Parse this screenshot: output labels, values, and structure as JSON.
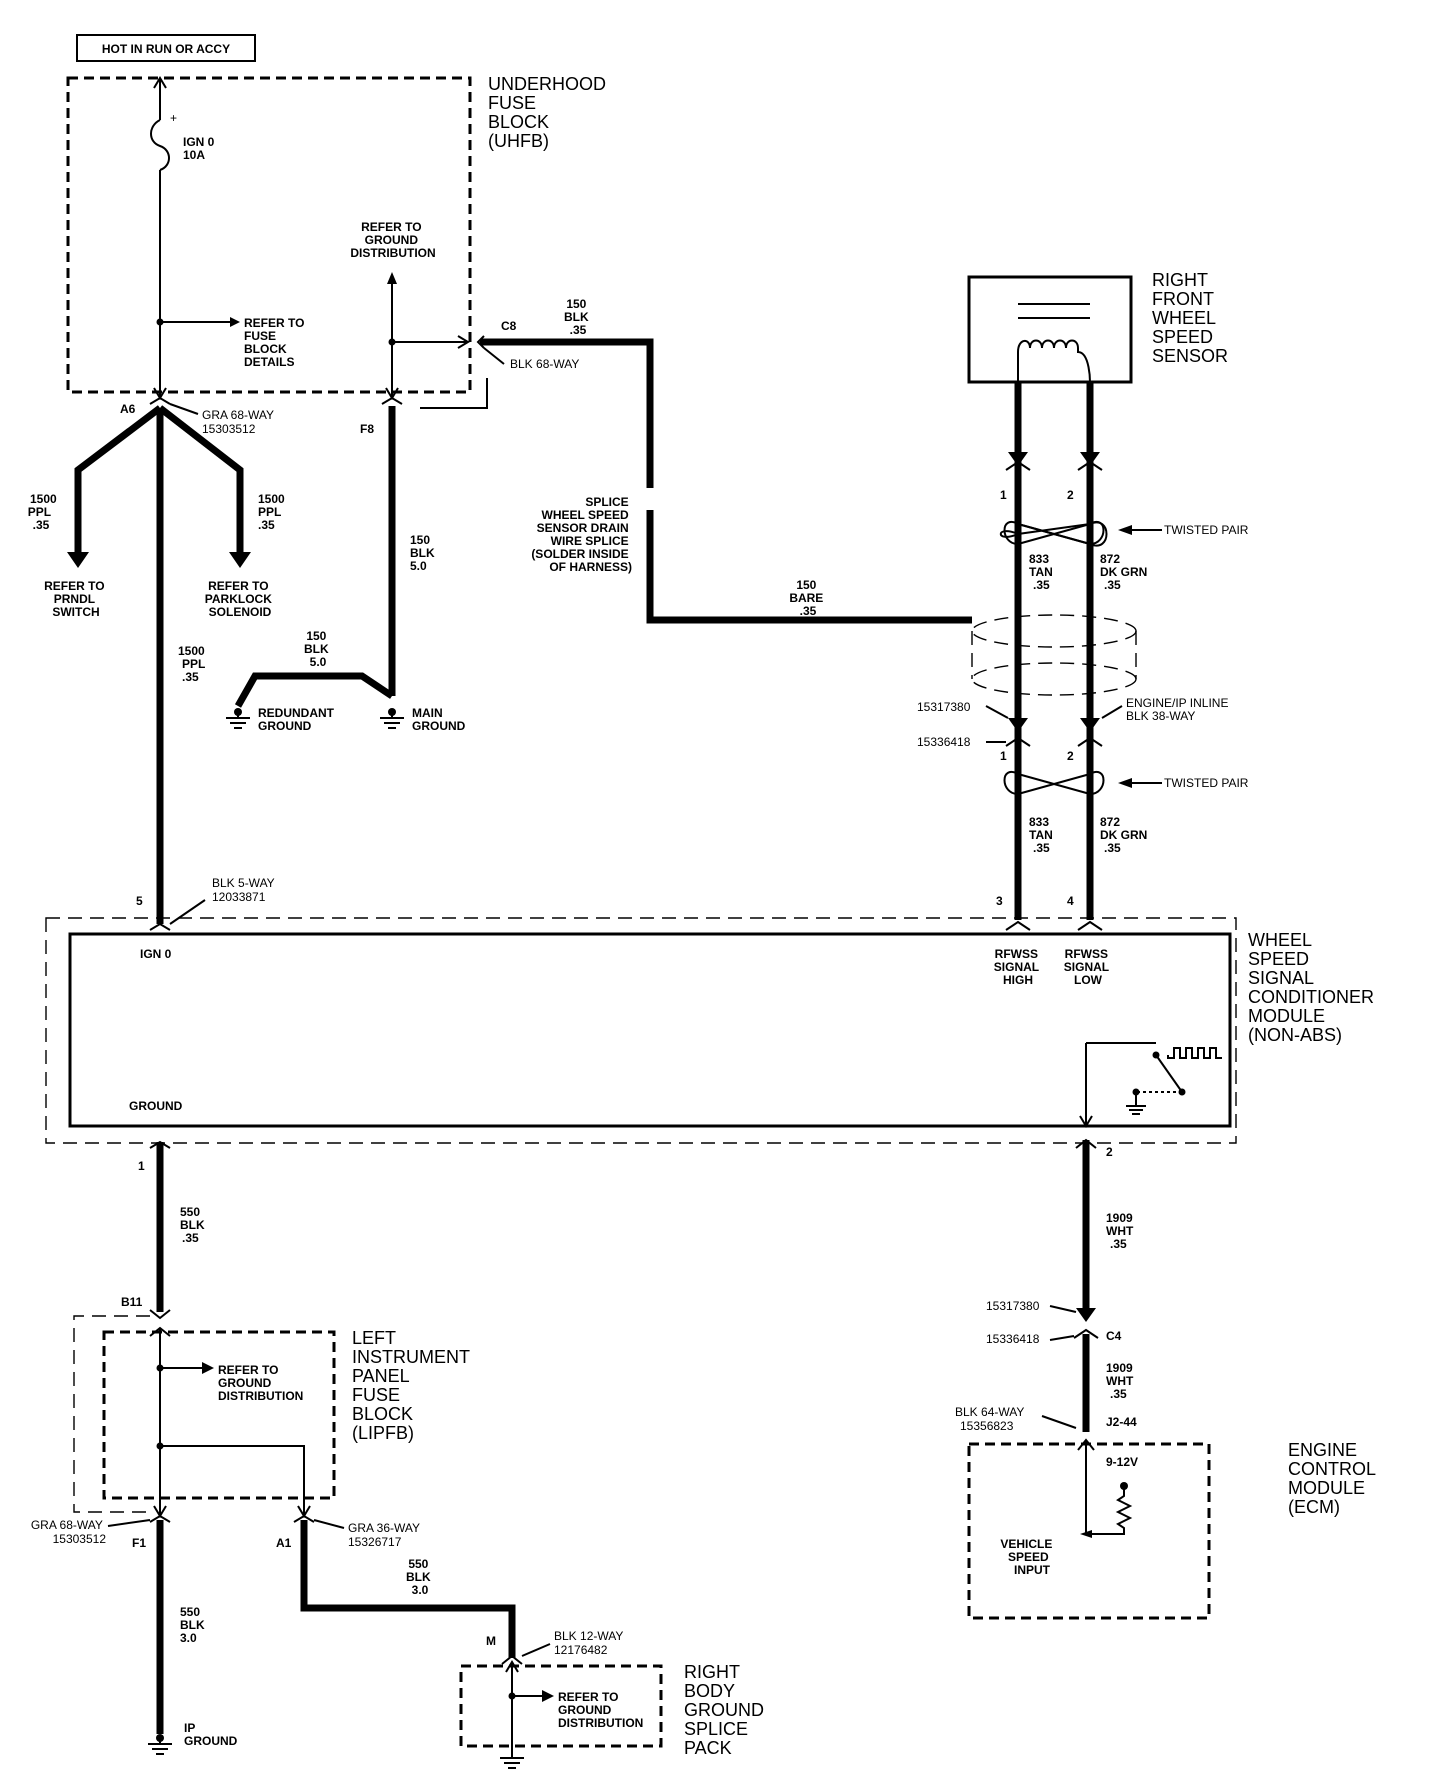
{
  "header": {
    "hot_label": "HOT IN RUN OR ACCY"
  },
  "components": {
    "uhfb": {
      "lines": [
        "UNDERHOOD",
        "FUSE",
        "BLOCK",
        "(UHFB)"
      ]
    },
    "rfwss": {
      "lines": [
        "RIGHT",
        "FRONT",
        "WHEEL",
        "SPEED",
        "SENSOR"
      ]
    },
    "wsscm": {
      "lines": [
        "WHEEL",
        "SPEED",
        "SIGNAL",
        "CONDITIONER",
        "MODULE",
        "(NON-ABS)"
      ]
    },
    "lipfb": {
      "lines": [
        "LEFT",
        "INSTRUMENT",
        "PANEL",
        "FUSE",
        "BLOCK",
        "(LIPFB)"
      ]
    },
    "ecm": {
      "lines": [
        "ENGINE",
        "CONTROL",
        "MODULE",
        "(ECM)"
      ]
    },
    "rbgsp": {
      "lines": [
        "RIGHT",
        "BODY",
        "GROUND",
        "SPLICE",
        "PACK"
      ]
    }
  },
  "fuse": {
    "name": "IGN 0",
    "rating": "10A",
    "plus": "+"
  },
  "refs": {
    "uhfb_ground_dist": [
      "REFER TO",
      "GROUND",
      "DISTRIBUTION"
    ],
    "fuse_details": [
      "REFER TO",
      "FUSE",
      "BLOCK",
      "DETAILS"
    ],
    "prndl": [
      "REFER TO",
      "PRNDL",
      "SWITCH"
    ],
    "parklock": [
      "REFER TO",
      "PARKLOCK",
      "SOLENOID"
    ],
    "lipfb_ground_dist": [
      "REFER TO",
      "GROUND",
      "DISTRIBUTION"
    ],
    "splice_ground_dist": [
      "REFER TO",
      "GROUND",
      "DISTRIBUTION"
    ]
  },
  "connectors": {
    "uhfb_a6": {
      "pin": "A6",
      "lines": [
        "GRA 68-WAY",
        "15303512"
      ]
    },
    "uhfb_f8": {
      "pin": "F8"
    },
    "uhfb_c8": {
      "pin": "C8",
      "label": "BLK 68-WAY"
    },
    "wsscm_5way": {
      "pin": "5",
      "lines": [
        "BLK 5-WAY",
        "12033871"
      ]
    },
    "inline_left": {
      "upper": "15317380",
      "lower": "15336418"
    },
    "inline_right": {
      "lines": [
        "ENGINE/IP INLINE",
        "BLK 38-WAY"
      ]
    },
    "c4": {
      "upper": "15317380",
      "lower": "15336418",
      "pin": "C4"
    },
    "ecm_conn": {
      "lines": [
        "BLK 64-WAY",
        "15356823"
      ],
      "pin": "J2-44"
    },
    "lipfb_b11": {
      "pin": "B11"
    },
    "lipfb_f1": {
      "pin": "F1",
      "lines": [
        "GRA 68-WAY",
        "15303512"
      ]
    },
    "lipfb_a1": {
      "pin": "A1",
      "lines": [
        "GRA 36-WAY",
        "15326717"
      ]
    },
    "splice_m": {
      "pin": "M",
      "lines": [
        "BLK 12-WAY",
        "12176482"
      ]
    }
  },
  "pins": {
    "sensor_1": "1",
    "sensor_2": "2",
    "inline_1": "1",
    "inline_2": "2",
    "module_3": "3",
    "module_4": "4",
    "module_1": "1",
    "module_2": "2"
  },
  "wires": {
    "prndl": [
      "1500",
      "PPL",
      ".35"
    ],
    "parklock": [
      "1500",
      "PPL",
      ".35"
    ],
    "ign_main": [
      "1500",
      "PPL",
      ".35"
    ],
    "f8_blk": [
      "150",
      "BLK",
      "5.0"
    ],
    "redundant_blk": [
      "150",
      "BLK",
      "5.0"
    ],
    "c8_blk": [
      "150",
      "BLK",
      ".35"
    ],
    "drain_bare": [
      "150",
      "BARE",
      ".35"
    ],
    "tan_upper": [
      "833",
      "TAN",
      ".35"
    ],
    "grn_upper": [
      "872",
      "DK GRN",
      ".35"
    ],
    "tan_lower": [
      "833",
      "TAN",
      ".35"
    ],
    "grn_lower": [
      "872",
      "DK GRN",
      ".35"
    ],
    "gnd_module": [
      "550",
      "BLK",
      ".35"
    ],
    "wht_upper": [
      "1909",
      "WHT",
      ".35"
    ],
    "wht_lower": [
      "1909",
      "WHT",
      ".35"
    ],
    "gnd_f1": [
      "550",
      "BLK",
      "3.0"
    ],
    "gnd_a1": [
      "550",
      "BLK",
      "3.0"
    ]
  },
  "splice_note": [
    "SPLICE",
    "WHEEL SPEED",
    "SENSOR DRAIN",
    "WIRE SPLICE",
    "(SOLDER INSIDE",
    "OF HARNESS)"
  ],
  "twisted_pair": {
    "upper": "TWISTED PAIR",
    "lower": "TWISTED PAIR"
  },
  "grounds": {
    "redundant": [
      "REDUNDANT",
      "GROUND"
    ],
    "main": [
      "MAIN",
      "GROUND"
    ],
    "ip": [
      "IP",
      "GROUND"
    ]
  },
  "module_terminals": {
    "ign": "IGN 0",
    "ground": "GROUND",
    "high": [
      "RFWSS",
      "SIGNAL",
      "HIGH"
    ],
    "low": [
      "RFWSS",
      "SIGNAL",
      "LOW"
    ]
  },
  "ecm_internal": {
    "voltage": "9-12V",
    "input": [
      "VEHICLE",
      "SPEED",
      "INPUT"
    ]
  }
}
